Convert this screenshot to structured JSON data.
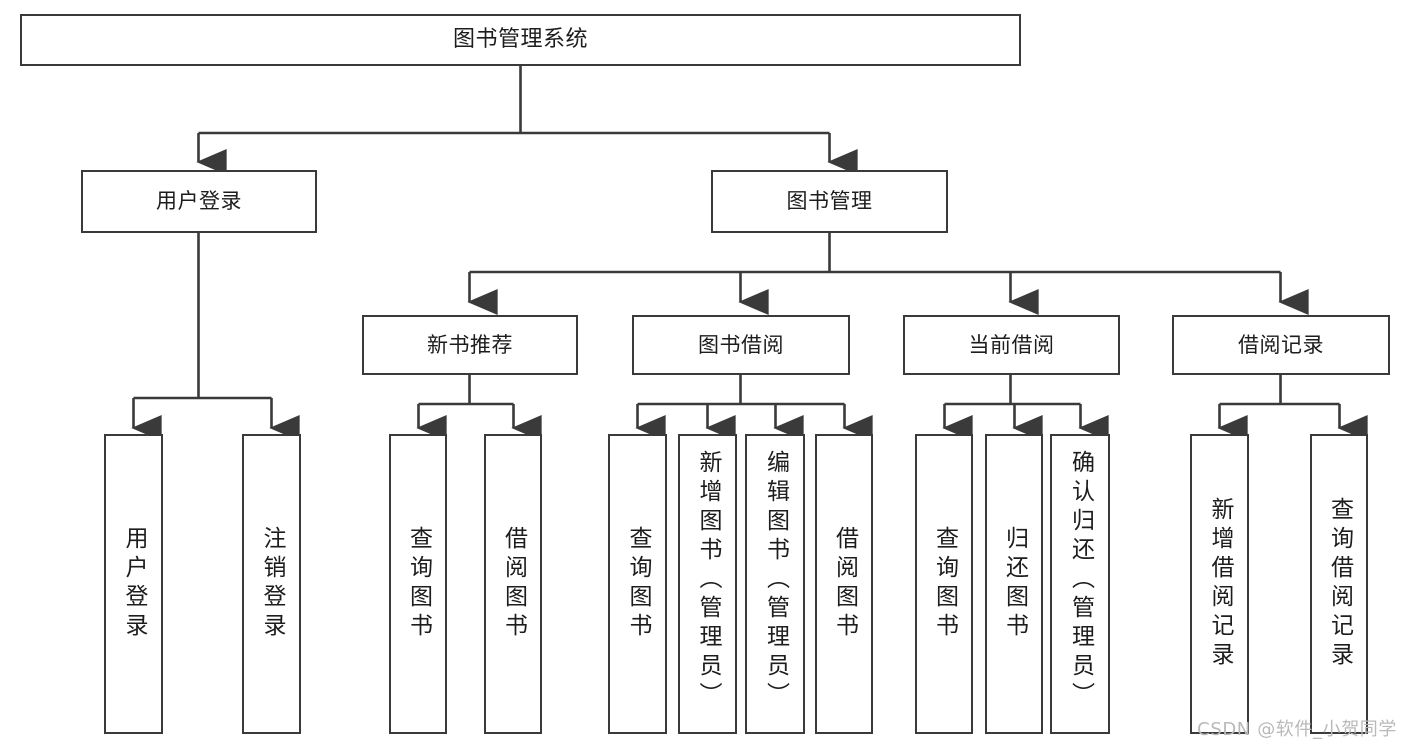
{
  "diagram": {
    "title": "图书管理系统",
    "watermark": "CSDN @软件_小贺同学",
    "line_color": "#3a3a3a",
    "box_fill": "#ffffff",
    "text_color": "#1d1d1d",
    "watermark_color": "#b9b9b9"
  },
  "nodes": {
    "root": {
      "label": "图书管理系统"
    },
    "level2": [
      {
        "label": "用户登录"
      },
      {
        "label": "图书管理"
      }
    ],
    "level3": [
      {
        "label": "新书推荐"
      },
      {
        "label": "图书借阅"
      },
      {
        "label": "当前借阅"
      },
      {
        "label": "借阅记录"
      }
    ],
    "leaves": {
      "user_login": [
        {
          "label": "用户登录"
        },
        {
          "label": "注销登录"
        }
      ],
      "new_book_recommend": [
        {
          "label": "查询图书"
        },
        {
          "label": "借阅图书"
        }
      ],
      "book_borrow": [
        {
          "label": "查询图书"
        },
        {
          "label": "新增图书（管理员）"
        },
        {
          "label": "编辑图书（管理员）"
        },
        {
          "label": "借阅图书"
        }
      ],
      "current_borrow": [
        {
          "label": "查询图书"
        },
        {
          "label": "归还图书"
        },
        {
          "label": "确认归还（管理员）"
        }
      ],
      "borrow_record": [
        {
          "label": "新增借阅记录"
        },
        {
          "label": "查询借阅记录"
        }
      ]
    }
  }
}
